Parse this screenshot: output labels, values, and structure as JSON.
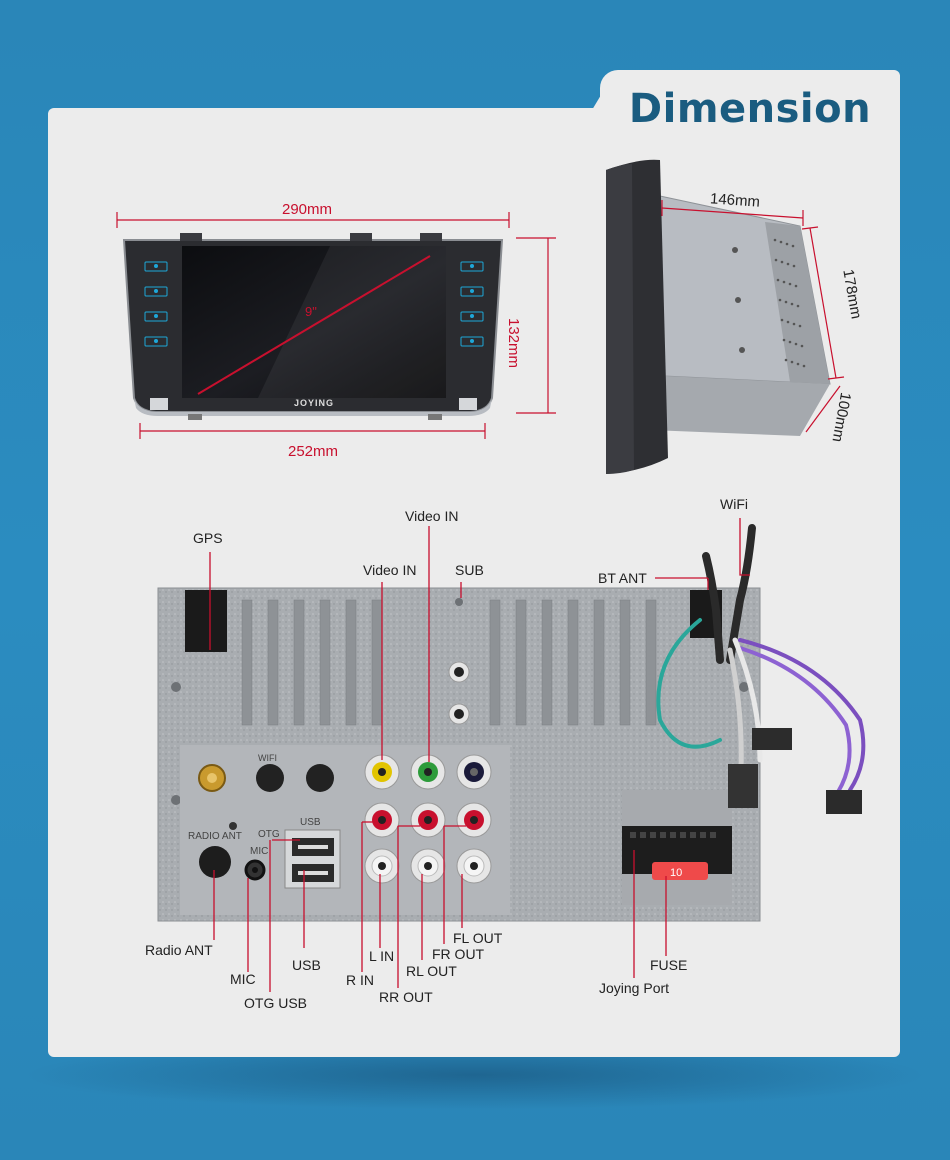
{
  "title": "Dimension",
  "dimensions": {
    "front_width": "290mm",
    "front_height": "132mm",
    "bottom_width": "252mm",
    "screen_diagonal": "9\"",
    "brand": "JOYING",
    "side_depth": "146mm",
    "side_height": "178mm",
    "side_width": "100mm"
  },
  "rear_labels": {
    "gps": "GPS",
    "video_in_top": "Video IN",
    "video_in": "Video IN",
    "sub": "SUB",
    "wifi": "WiFi",
    "bt_ant": "BT ANT",
    "radio_ant": "Radio ANT",
    "mic": "MIC",
    "otg_usb": "OTG USB",
    "usb": "USB",
    "r_in": "R IN",
    "l_in": "L IN",
    "rr_out": "RR OUT",
    "rl_out": "RL OUT",
    "fr_out": "FR OUT",
    "fl_out": "FL OUT",
    "joying_port": "Joying Port",
    "fuse": "FUSE",
    "fuse_value": "10"
  },
  "panel_print": {
    "radio_ant": "RADIO ANT",
    "otg": "OTG",
    "mic": "MIC",
    "usb": "USB",
    "wifi": "WIFI"
  },
  "colors": {
    "background": "#2b8cc0",
    "title": "#1a5c80",
    "dimension_line": "#c8102e",
    "card": "#ececec"
  }
}
